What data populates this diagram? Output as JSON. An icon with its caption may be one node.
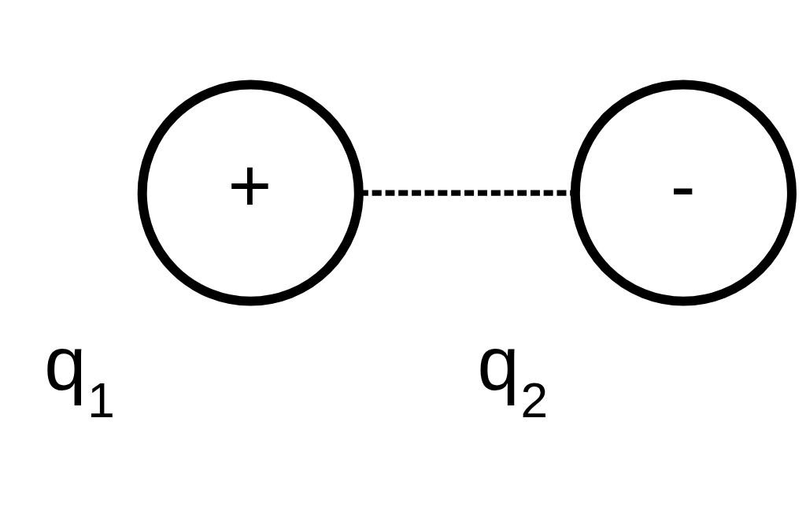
{
  "diagram": {
    "nodes": [
      {
        "text": [
          "+"
        ],
        "beside": [
          "q$_{1}$"
        ]
      },
      {
        "text": [
          "-"
        ],
        "beside": [
          "q$_{2}$"
        ]
      }
    ],
    "edges": [
      {
        "from": 0,
        "to": 1,
        "arrow": "none",
        "style": "dashed"
      }
    ]
  }
}
